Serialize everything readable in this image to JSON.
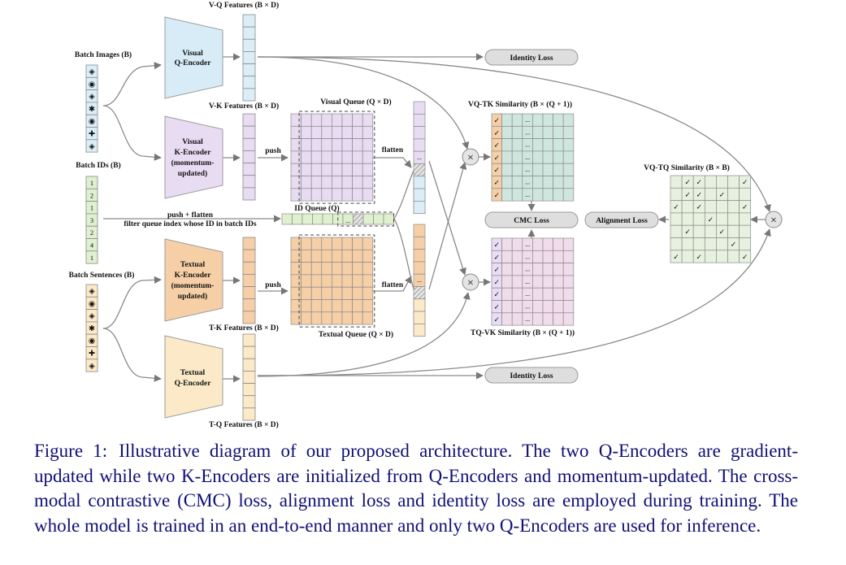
{
  "labels": {
    "vq_features": "V-Q Features (B × D)",
    "vk_features": "V-K Features (B × D)",
    "tk_features": "T-K Features (B × D)",
    "tq_features": "T-Q Features (B × D)",
    "batch_images": "Batch Images (B)",
    "batch_ids": "Batch IDs (B)",
    "batch_sentences": "Batch Sentences (B)",
    "visual_queue": "Visual Queue (Q × D)",
    "textual_queue": "Textual Queue (Q × D)",
    "id_queue": "ID Queue (Q)",
    "push": "push",
    "flatten": "flatten",
    "push_flatten": "push + flatten",
    "filter": "filter queue index whose ID in batch IDs",
    "vqtk_sim": "VQ-TK Similarity (B × (Q + 1))",
    "tqvk_sim": "TQ-VK Similarity (B × (Q + 1))",
    "vqtq_sim": "VQ-TQ Similarity (B × B)",
    "dots": "...",
    "check": "✓",
    "times": "×"
  },
  "encoders": {
    "visual_q": [
      "Visual",
      "Q-Encoder"
    ],
    "visual_k": [
      "Visual",
      "K-Encoder",
      "(momentum-",
      "updated)"
    ],
    "textual_k": [
      "Textual",
      "K-Encoder",
      "(momentum-",
      "updated)"
    ],
    "textual_q": [
      "Textual",
      "Q-Encoder"
    ]
  },
  "losses": {
    "identity_top": "Identity Loss",
    "cmc": "CMC Loss",
    "alignment": "Alignment Loss",
    "identity_bottom": "Identity Loss"
  },
  "batch_id_values": [
    "1",
    "2",
    "1",
    "3",
    "2",
    "4",
    "1"
  ],
  "image_glyphs": [
    "◈",
    "◉",
    "◈",
    "✱",
    "◉",
    "✚",
    "◈"
  ],
  "sentence_glyphs": [
    "◈",
    "◉",
    "◈",
    "✱",
    "◉",
    "✚",
    "◈"
  ],
  "colors": {
    "visual": "#dbeef8",
    "visual_k": "#e8dcf3",
    "textual_k": "#f6cfa7",
    "textual_q": "#fbe9c8",
    "batch_id": "#dff0cf",
    "vqtk_matrix": "#cfe6df",
    "vqtk_col": "#f4cfa8",
    "tqvk_matrix": "#f1dcec",
    "tqvk_col": "#e8ddf3",
    "vqtq_matrix": "#e6f2df",
    "loss_pill": "#dedede",
    "caption": "#101075"
  },
  "caption": {
    "label": "Figure 1:",
    "text": "Illustrative diagram of our proposed architecture.  The two Q-Encoders are gradient-updated while two K-Encoders are initialized from Q-Encoders and momentum-updated. The cross-modal contrastive (CMC) loss, alignment loss and identity loss are employed during training. The whole model is trained in an end-to-end manner and only two Q-Encoders are used for inference."
  }
}
